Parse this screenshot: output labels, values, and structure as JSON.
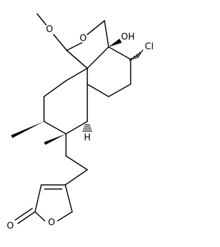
{
  "molecule": {
    "atoms": {
      "o_ether": "O",
      "o_methoxy": "O",
      "oh": "OH",
      "cl": "Cl",
      "h": "H",
      "o_lactone_ring": "O",
      "o_carbonyl": "O"
    }
  }
}
